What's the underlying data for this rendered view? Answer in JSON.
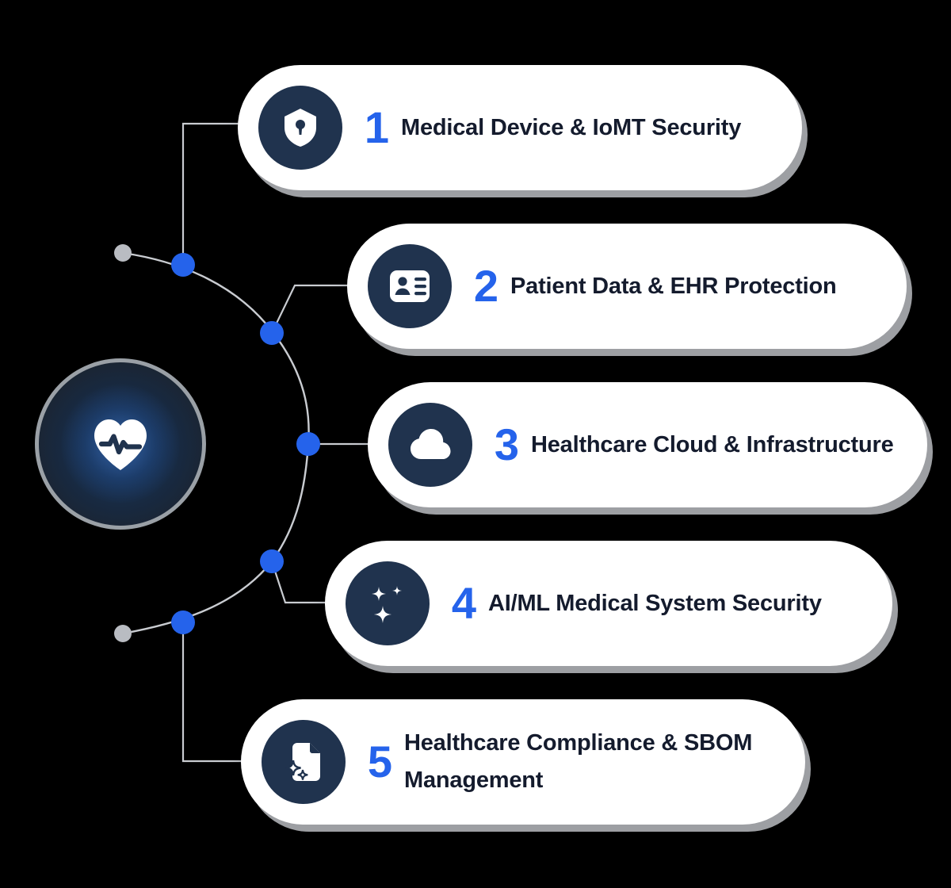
{
  "diagram": {
    "title_visible": false,
    "background_color": "#000000",
    "accent_color": "#2563eb",
    "icon_circle_color": "#20334e",
    "card_color": "#ffffff",
    "card_text_color": "#141b2d",
    "connector_color": "#c9ccd1",
    "node_color": "#2563eb",
    "endpoint_node_color": "#b9bcc2"
  },
  "hub": {
    "icon": "heart-pulse-icon",
    "label": "",
    "glow_color": "#4682dc",
    "ring_color": "#9aa0a6"
  },
  "items": [
    {
      "number": "1",
      "title": "Medical Device & IoMT Security",
      "icon": "shield-keyhole-icon"
    },
    {
      "number": "2",
      "title": "Patient Data & EHR Protection",
      "icon": "id-card-icon"
    },
    {
      "number": "3",
      "title": "Healthcare Cloud & Infrastructure",
      "icon": "cloud-icon"
    },
    {
      "number": "4",
      "title": "AI/ML Medical System Security",
      "icon": "sparkles-icon"
    },
    {
      "number": "5",
      "title": "Healthcare Compliance & SBOM Management",
      "icon": "document-sparkle-icon"
    }
  ]
}
